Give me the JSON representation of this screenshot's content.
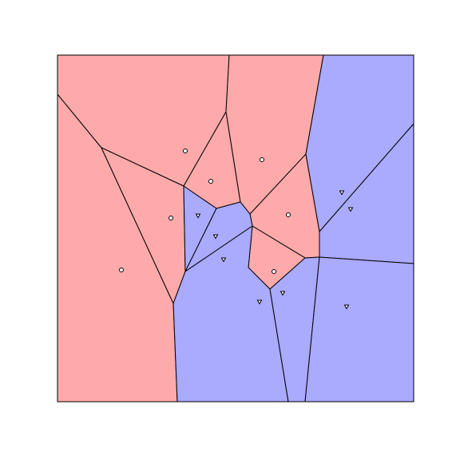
{
  "diagram": {
    "type": "voronoi-classification",
    "colors": {
      "class_a_fill": "#ffaaaa",
      "class_b_fill": "#aaaaff",
      "edge": "#000000",
      "marker_fill": "#ffffff"
    },
    "classes": [
      {
        "id": "a",
        "marker": "circle"
      },
      {
        "id": "b",
        "marker": "triangle-down"
      }
    ],
    "sites": [
      {
        "id": "a1",
        "class": "a"
      },
      {
        "id": "a2",
        "class": "a"
      },
      {
        "id": "a3",
        "class": "a"
      },
      {
        "id": "a4",
        "class": "a"
      },
      {
        "id": "a5",
        "class": "a"
      },
      {
        "id": "a6",
        "class": "a"
      },
      {
        "id": "a7",
        "class": "a"
      },
      {
        "id": "b1",
        "class": "b"
      },
      {
        "id": "b2",
        "class": "b"
      },
      {
        "id": "b3",
        "class": "b"
      },
      {
        "id": "b4",
        "class": "b"
      },
      {
        "id": "b5",
        "class": "b"
      },
      {
        "id": "b6",
        "class": "b"
      },
      {
        "id": "b7",
        "class": "b"
      },
      {
        "id": "b8",
        "class": "b"
      }
    ]
  }
}
